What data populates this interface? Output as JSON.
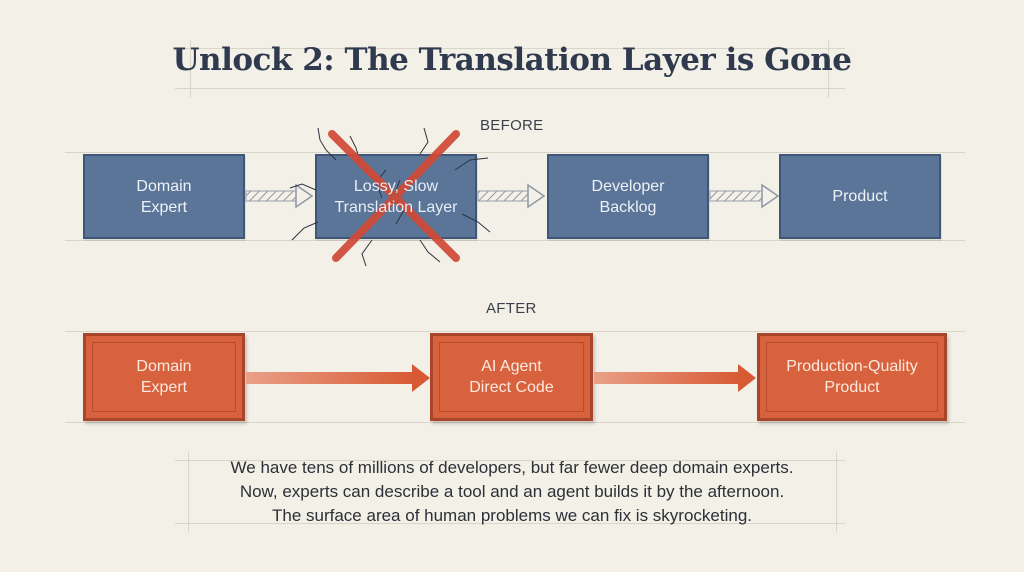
{
  "title": "Unlock 2: The Translation Layer is Gone",
  "before": {
    "label": "BEFORE",
    "steps": [
      {
        "line1": "Domain",
        "line2": "Expert"
      },
      {
        "line1": "Lossy, Slow",
        "line2": "Translation Layer"
      },
      {
        "line1": "Developer",
        "line2": "Backlog"
      },
      {
        "line1": "Product",
        "line2": ""
      }
    ]
  },
  "after": {
    "label": "AFTER",
    "steps": [
      {
        "line1": "Domain",
        "line2": "Expert"
      },
      {
        "line1": "AI Agent",
        "line2": "Direct Code"
      },
      {
        "line1": "Production-Quality",
        "line2": "Product"
      }
    ]
  },
  "caption": {
    "line1": "We have tens of millions of developers, but far fewer deep domain experts.",
    "line2": "Now, experts can describe a tool and an agent builds it by the afternoon.",
    "line3": "The surface area of human problems we can fix is skyrocketing."
  },
  "colors": {
    "background": "#f3f0e7",
    "before_box": "#5a7598",
    "after_box": "#d9623e",
    "cross": "#d04a36"
  },
  "icons": [
    "red-x-cross-icon",
    "dashed-arrow-icon",
    "solid-arrow-icon"
  ]
}
